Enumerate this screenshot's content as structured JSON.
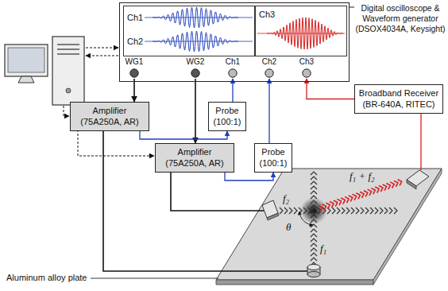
{
  "diagram": {
    "nodes": [
      {
        "text": [
          "Digital oscilloscope & Waveform generator (DSOX4034A, Keysight)"
        ]
      },
      {
        "text": [
          "Ch1",
          "Ch2"
        ],
        "in": 0
      },
      {
        "text": [
          "Ch3"
        ],
        "in": 0
      },
      {
        "text": [
          "WG1"
        ],
        "in": 0
      },
      {
        "text": [
          "WG2"
        ],
        "in": 0
      },
      {
        "text": [
          "Ch1"
        ],
        "in": 0
      },
      {
        "text": [
          "Ch2"
        ],
        "in": 0
      },
      {
        "text": [
          "Ch3"
        ],
        "in": 0
      },
      {
        "text": [
          "Amplifier (75A250A, AR)"
        ]
      },
      {
        "text": [
          "Probe (100:1)"
        ]
      },
      {
        "text": [
          "Amplifier (75A250A, AR)"
        ]
      },
      {
        "text": [
          "Probe (100:1)"
        ]
      },
      {
        "text": [
          "Broadband Receiver (BR-640A, RITEC)"
        ]
      }
    ],
    "edges": [
      {
        "from": 3,
        "to": 8,
        "arrow": "to"
      },
      {
        "from": 4,
        "to": 10,
        "arrow": "to"
      },
      {
        "from": 9,
        "to": 5,
        "arrow": "to"
      },
      {
        "from": 11,
        "to": 6,
        "arrow": "to"
      },
      {
        "from": 8,
        "to": 9,
        "arrow": "to"
      },
      {
        "from": 10,
        "to": 11,
        "arrow": "to"
      },
      {
        "from": 12,
        "to": 7,
        "arrow": "to"
      }
    ],
    "labels": [
      "f₂",
      "f₁",
      "f₁ + f₂",
      "θ",
      "Aluminum alloy plate"
    ]
  }
}
